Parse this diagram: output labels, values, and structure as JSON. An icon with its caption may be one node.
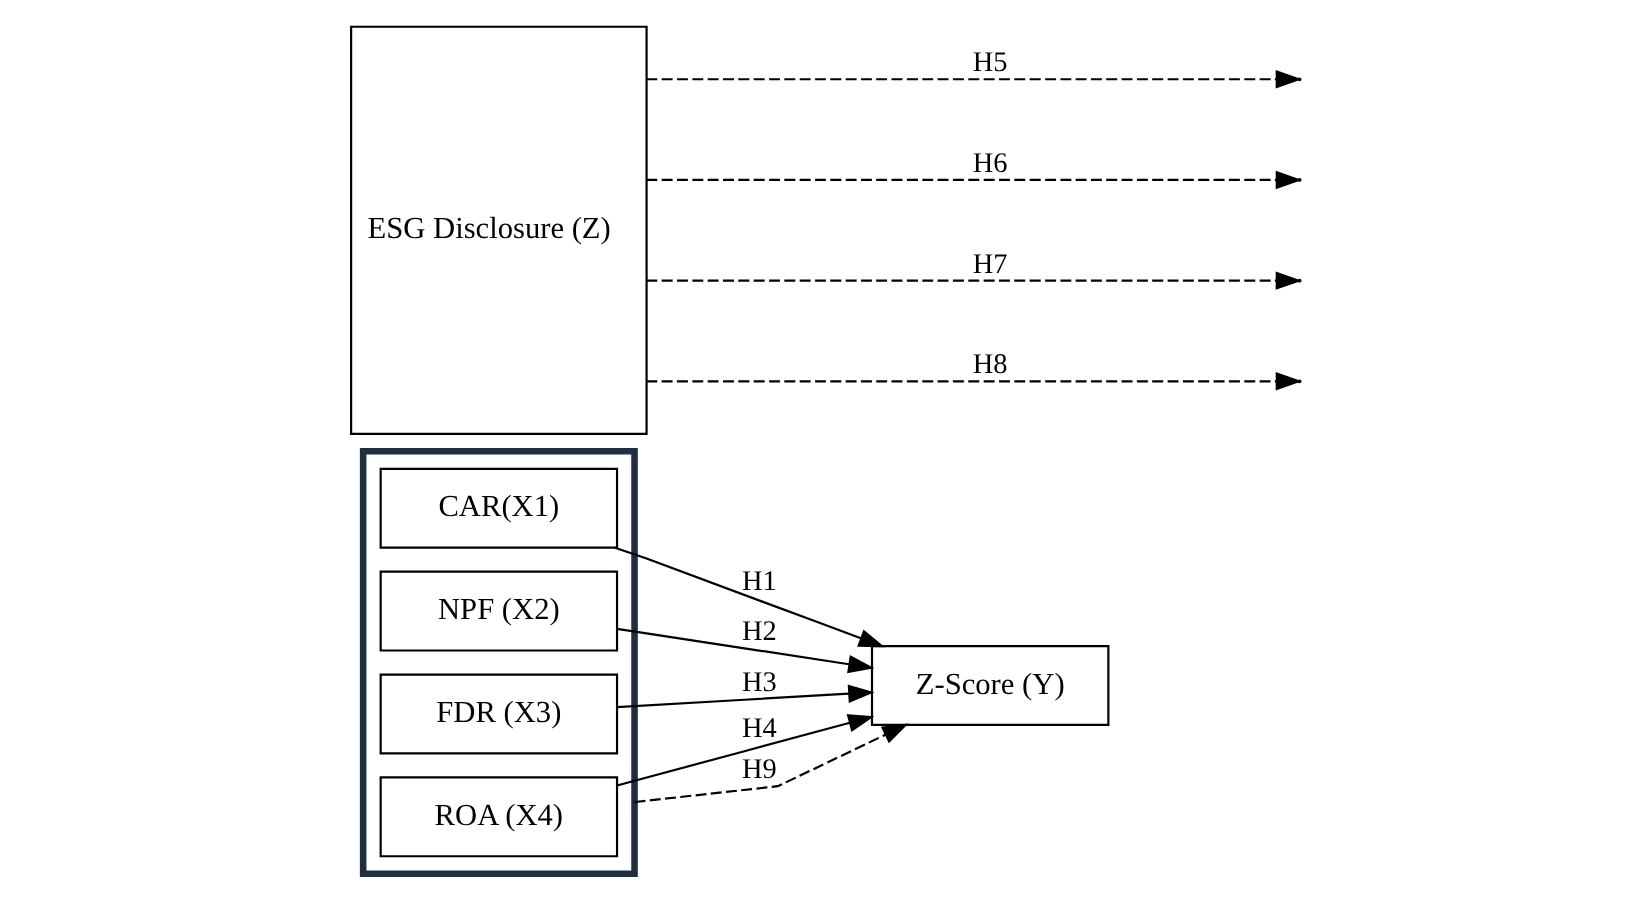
{
  "diagram": {
    "nodes": [
      {
        "text": [],
        "shape": "box"
      },
      {
        "text": [
          "CAR(X1)"
        ],
        "in": 0
      },
      {
        "text": [
          "NPF (X2)"
        ],
        "in": 0
      },
      {
        "text": [
          "FDR (X3)"
        ],
        "in": 0
      },
      {
        "text": [
          "ROA (X4)"
        ],
        "in": 0
      },
      {
        "text": [
          "Z-Score (Y)"
        ]
      },
      {
        "text": [
          "ESG Disclosure (Z)"
        ]
      }
    ],
    "edges": [
      {
        "from": 1,
        "to": 5,
        "arrow": "to",
        "label": "H1"
      },
      {
        "from": 2,
        "to": 5,
        "arrow": "to",
        "label": "H2"
      },
      {
        "from": 3,
        "to": 5,
        "arrow": "to",
        "label": "H3"
      },
      {
        "from": 4,
        "to": 5,
        "arrow": "to",
        "label": "H4"
      },
      {
        "from": 6,
        "to": null,
        "arrow": "to",
        "label": "H5",
        "style": "dashed"
      },
      {
        "from": 6,
        "to": null,
        "arrow": "to",
        "label": "H6",
        "style": "dashed"
      },
      {
        "from": 6,
        "to": null,
        "arrow": "to",
        "label": "H7",
        "style": "dashed"
      },
      {
        "from": 6,
        "to": null,
        "arrow": "to",
        "label": "H8",
        "style": "dashed"
      },
      {
        "from": 0,
        "to": 5,
        "arrow": "to",
        "label": "H9",
        "style": "dashed"
      }
    ]
  }
}
